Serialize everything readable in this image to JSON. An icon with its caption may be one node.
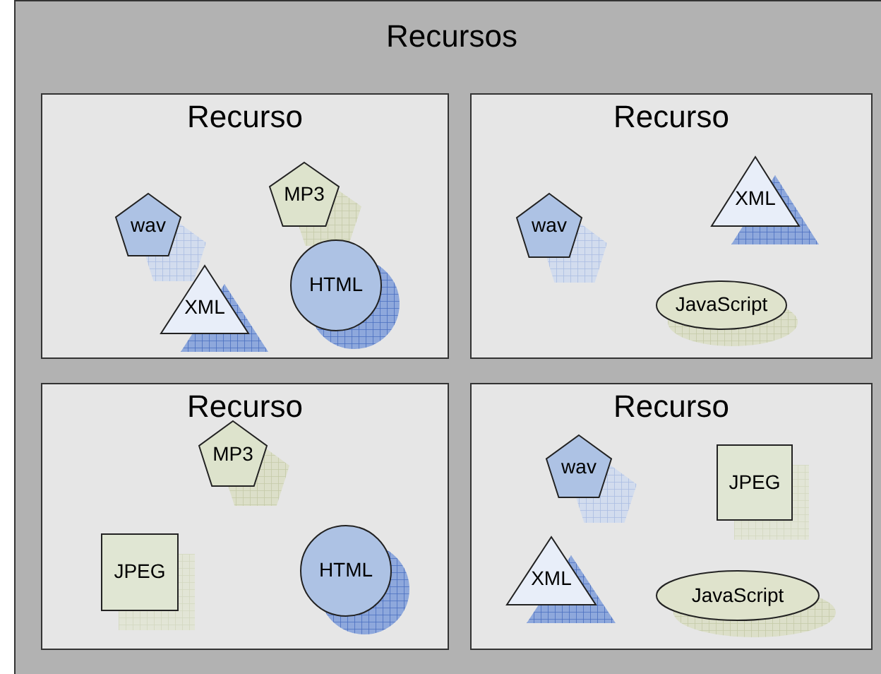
{
  "diagram": {
    "nodes": [
      {
        "text": [
          "Recursos"
        ]
      },
      {
        "text": [
          "Recurso"
        ],
        "in": 0
      },
      {
        "text": [
          "wav"
        ],
        "in": 1
      },
      {
        "text": [
          "MP3"
        ],
        "in": 1
      },
      {
        "text": [
          "XML"
        ],
        "in": 1
      },
      {
        "text": [
          "HTML"
        ],
        "in": 1
      },
      {
        "text": [
          "Recurso"
        ],
        "in": 0
      },
      {
        "text": [
          "wav"
        ],
        "in": 6
      },
      {
        "text": [
          "XML"
        ],
        "in": 6
      },
      {
        "text": [
          "JavaScript"
        ],
        "in": 6
      },
      {
        "text": [
          "Recurso"
        ],
        "in": 0
      },
      {
        "text": [
          "MP3"
        ],
        "in": 10
      },
      {
        "text": [
          "JPEG"
        ],
        "in": 10
      },
      {
        "text": [
          "HTML"
        ],
        "in": 10
      },
      {
        "text": [
          "Recurso"
        ],
        "in": 0
      },
      {
        "text": [
          "wav"
        ],
        "in": 14
      },
      {
        "text": [
          "JPEG"
        ],
        "in": 14
      },
      {
        "text": [
          "XML"
        ],
        "in": 14
      },
      {
        "text": [
          "JavaScript"
        ],
        "in": 14
      }
    ]
  }
}
